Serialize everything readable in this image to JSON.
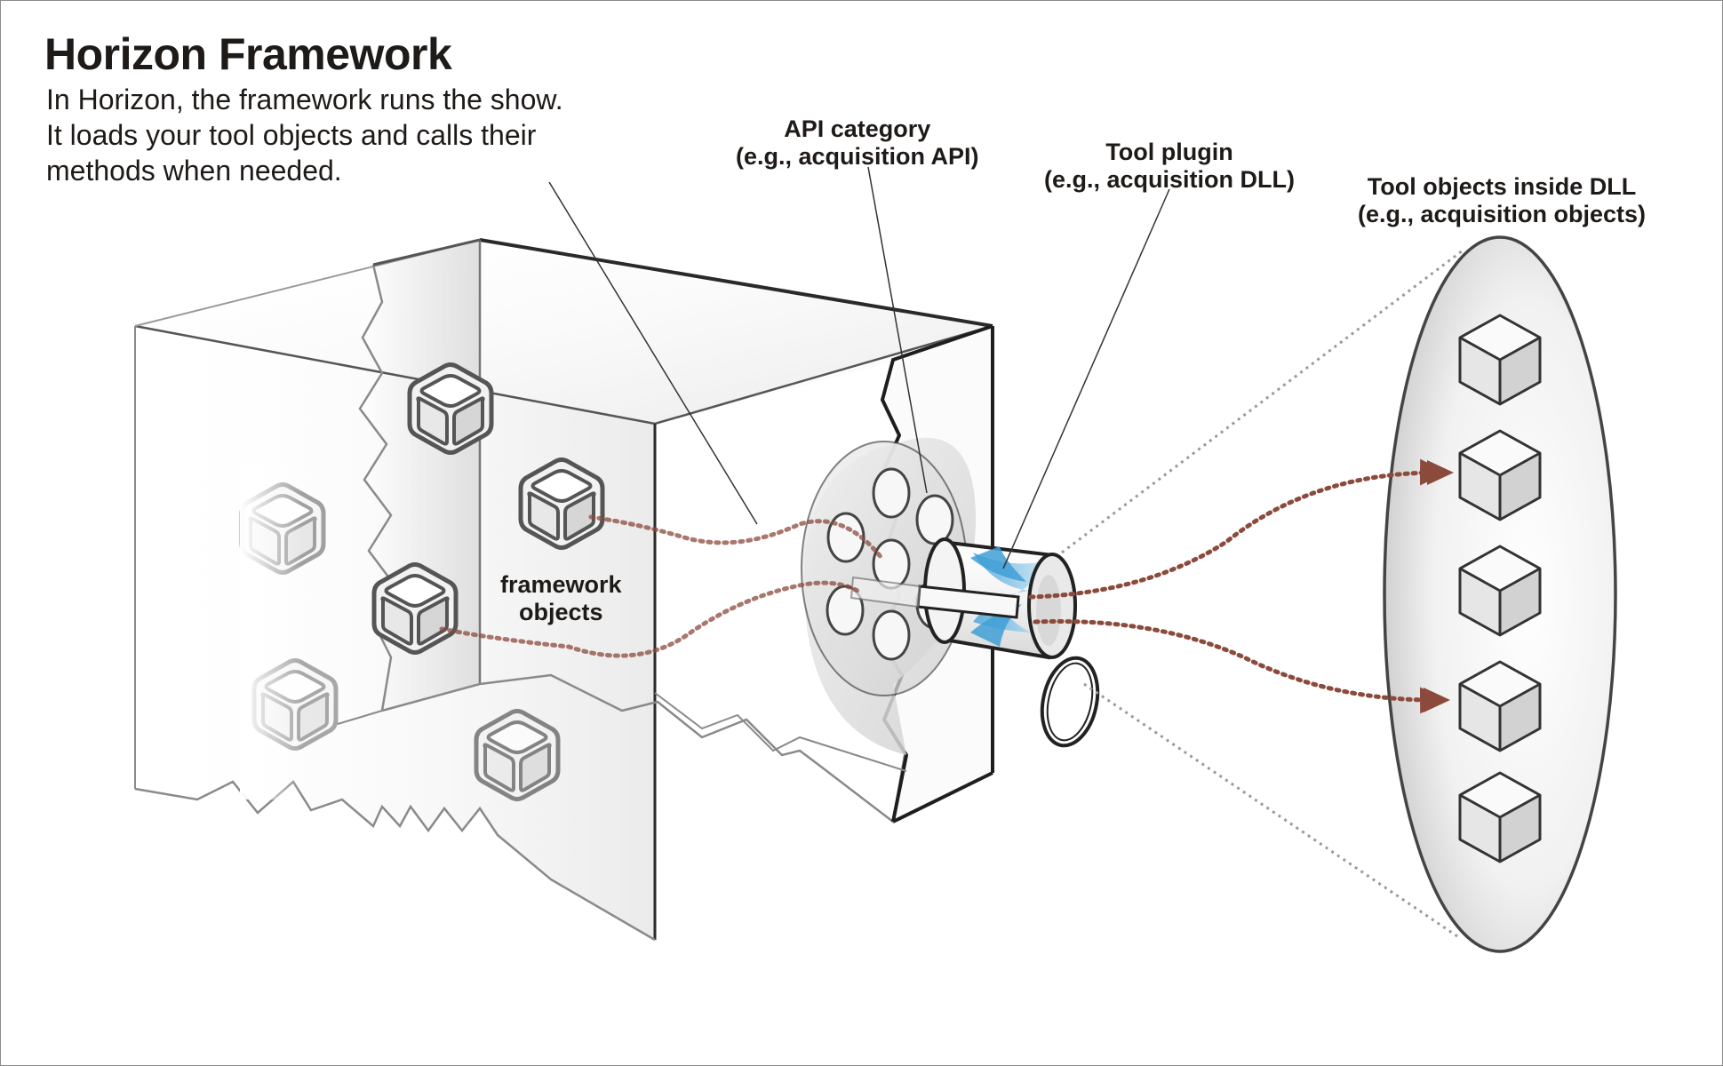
{
  "title": "Horizon Framework",
  "description": "In Horizon, the framework runs the show. It loads your tool objects and calls their methods when needed.",
  "labels": {
    "framework_objects": [
      "framework",
      "objects"
    ],
    "api_category": [
      "API category",
      "(e.g., acquisition API)"
    ],
    "tool_plugin": [
      "Tool plugin",
      "(e.g., acquisition DLL)"
    ],
    "tool_objects": [
      "Tool objects inside DLL",
      "(e.g., acquisition objects)"
    ]
  },
  "colors": {
    "arrow": "#8b4a3c",
    "outline": "#2a2a2a",
    "funnel_blue": "#3f9fd6"
  }
}
